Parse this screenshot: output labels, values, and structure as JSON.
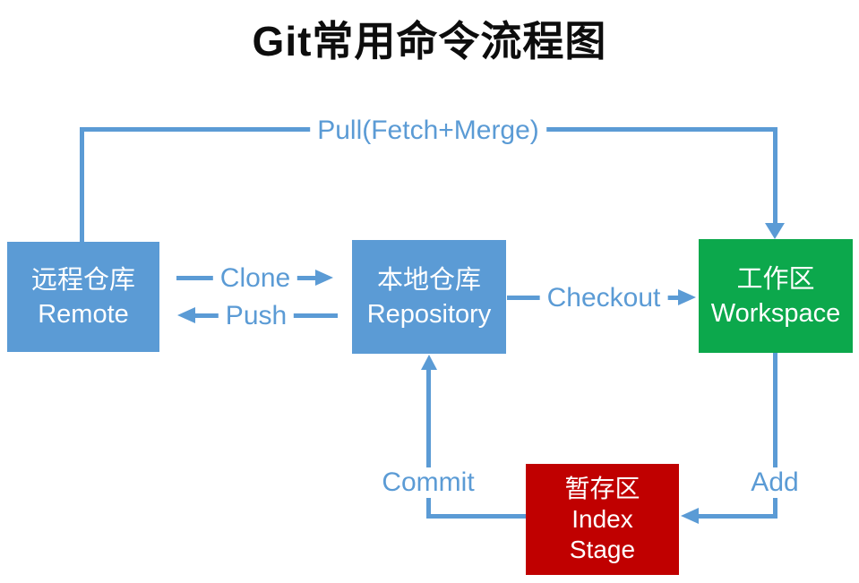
{
  "title": "Git常用命令流程图",
  "colors": {
    "blue": "#5b9bd5",
    "green": "#0ca84c",
    "red": "#c00000",
    "line": "#5b9bd5"
  },
  "nodes": {
    "remote": {
      "zh": "远程仓库",
      "en": "Remote"
    },
    "repository": {
      "zh": "本地仓库",
      "en": "Repository"
    },
    "workspace": {
      "zh": "工作区",
      "en": "Workspace"
    },
    "index": {
      "lines": [
        "暂存区",
        "Index",
        "Stage"
      ]
    }
  },
  "edges": {
    "pull": {
      "label": "Pull(Fetch+Merge)",
      "from": "Remote",
      "to": "Workspace"
    },
    "clone": {
      "label": "Clone",
      "from": "Remote",
      "to": "Repository"
    },
    "push": {
      "label": "Push",
      "from": "Repository",
      "to": "Remote"
    },
    "checkout": {
      "label": "Checkout",
      "from": "Repository",
      "to": "Workspace"
    },
    "commit": {
      "label": "Commit",
      "from": "Index/Stage",
      "to": "Repository"
    },
    "add": {
      "label": "Add",
      "from": "Workspace",
      "to": "Index/Stage"
    }
  }
}
